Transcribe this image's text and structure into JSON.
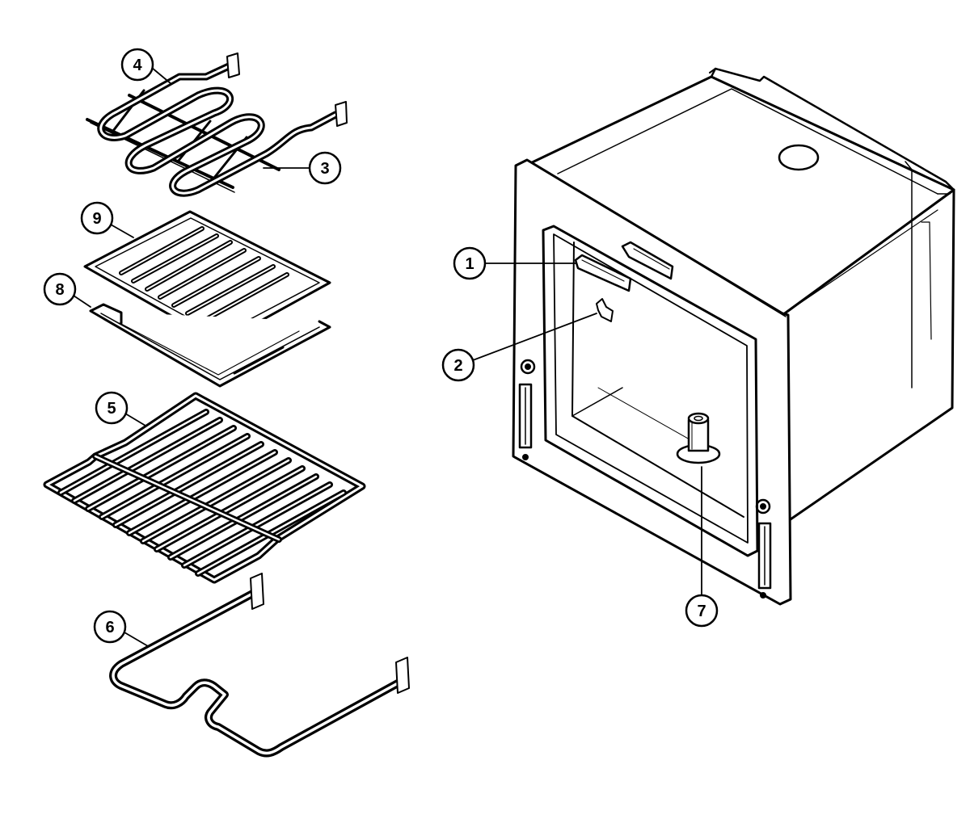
{
  "callouts": [
    {
      "id": "1",
      "label": "1",
      "part": "oven-light-lens"
    },
    {
      "id": "2",
      "label": "2",
      "part": "rack-clip"
    },
    {
      "id": "3",
      "label": "3",
      "part": "bake-element-support"
    },
    {
      "id": "4",
      "label": "4",
      "part": "broil-element"
    },
    {
      "id": "5",
      "label": "5",
      "part": "oven-rack"
    },
    {
      "id": "6",
      "label": "6",
      "part": "bake-element"
    },
    {
      "id": "7",
      "label": "7",
      "part": "oven-sensor-bushing"
    },
    {
      "id": "8",
      "label": "8",
      "part": "broiler-pan"
    },
    {
      "id": "9",
      "label": "9",
      "part": "broiler-pan-insert"
    }
  ],
  "colors": {
    "line": "#000000",
    "background": "#ffffff",
    "dark_fill": "#111111"
  }
}
